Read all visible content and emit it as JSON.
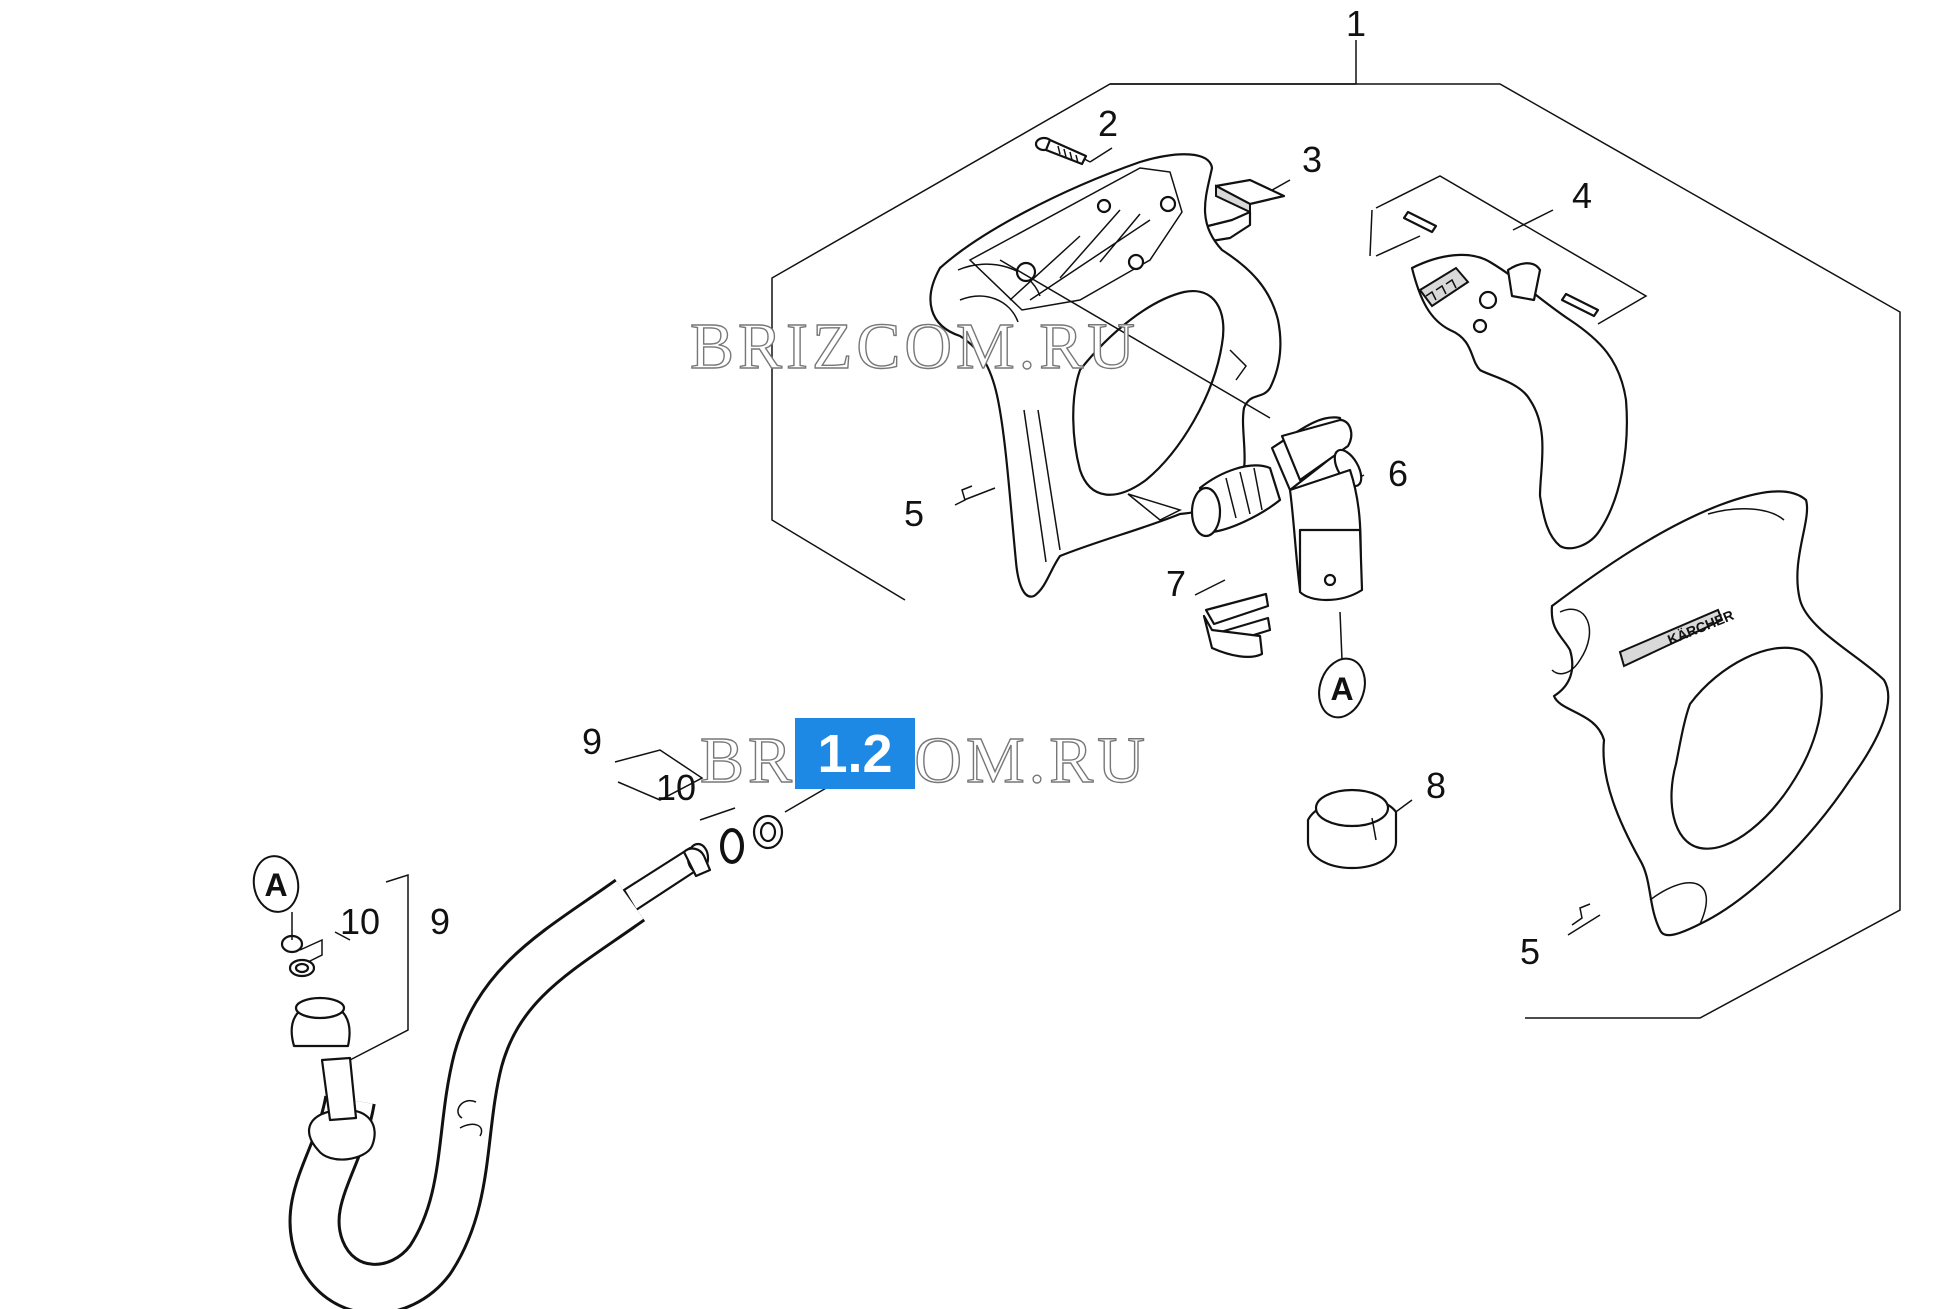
{
  "diagram": {
    "watermark_text": "BRIZCOM.RU",
    "highlighted_label": "1.2",
    "highlight_color": "#1e88e5",
    "part_labels": {
      "p1": "1",
      "p2": "2",
      "p3": "3",
      "p4": "4",
      "p5a": "5",
      "p5b": "5",
      "p6": "6",
      "p7": "7",
      "p8": "8",
      "p9a": "9",
      "p9b": "9",
      "p10a": "10",
      "p10b": "10"
    },
    "connector_letter": "A",
    "brand_mark": "KÄRCHER"
  }
}
